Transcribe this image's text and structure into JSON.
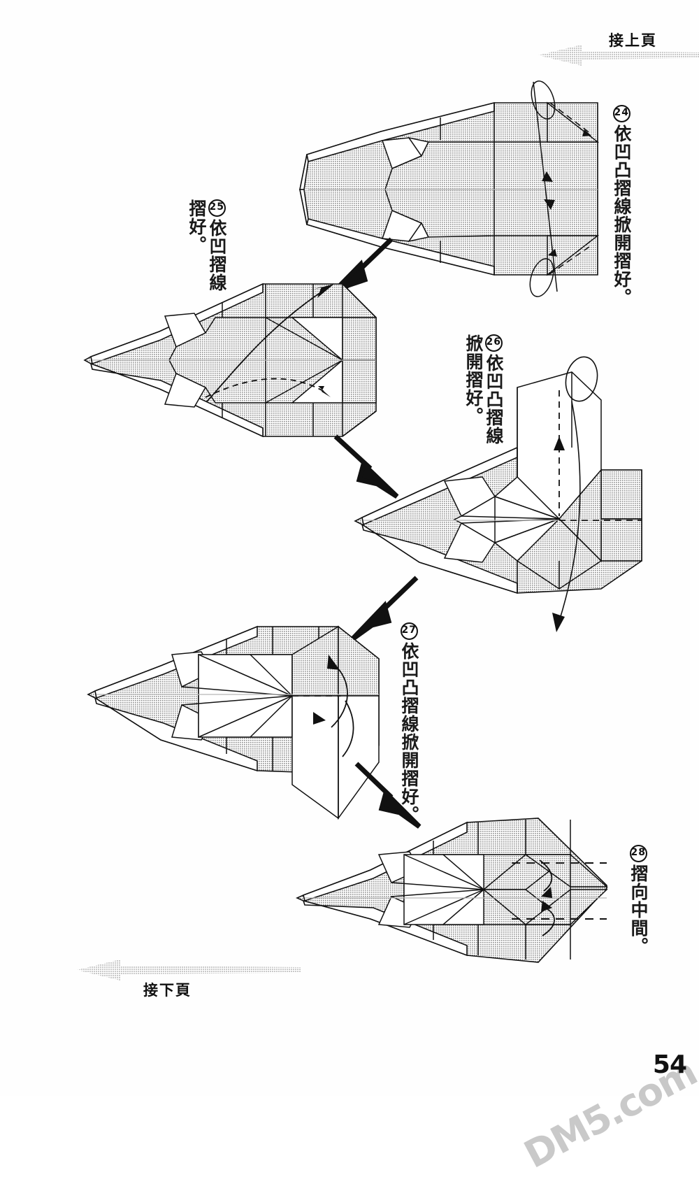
{
  "page": {
    "number": "54",
    "watermark": "DM5.com",
    "background_color": "#fefefe",
    "ink_color": "#111111",
    "paper_fill_color": "#b9b9b9",
    "paper_white_color": "#ffffff"
  },
  "nav": {
    "top": {
      "label": "接上頁",
      "direction": "left",
      "arrow_color": "#b0b0b0"
    },
    "bottom": {
      "label": "接下頁",
      "direction": "left",
      "arrow_color": "#b0b0b0"
    }
  },
  "steps": [
    {
      "number": "24",
      "marker": "㉔",
      "text_lines": [
        "依凹凸摺線掀開摺好。"
      ],
      "full_text": "依凹凸摺線掀開摺好。",
      "columns": 1,
      "diagram": "pointed-shell-with-loop-unfold-arrows"
    },
    {
      "number": "25",
      "marker": "㉕",
      "text_lines": [
        "依凹摺線",
        "摺好。"
      ],
      "full_text": "依凹摺線摺好。",
      "columns": 2,
      "diagram": "pointed-shell-with-curved-fold-arc"
    },
    {
      "number": "26",
      "marker": "㉖",
      "text_lines": [
        "依凹凸摺線",
        "掀開摺好。"
      ],
      "full_text": "依凹凸摺線掀開摺好。",
      "columns": 2,
      "diagram": "pointed-shell-with-raised-flap-and-wrap-arrow"
    },
    {
      "number": "27",
      "marker": "㉗",
      "text_lines": [
        "依凹凸摺線掀開摺好。"
      ],
      "full_text": "依凹凸摺線掀開摺好。",
      "columns": 1,
      "diagram": "pointed-shell-with-dropped-flap-and-curl-arrows"
    },
    {
      "number": "28",
      "marker": "㉘",
      "text_lines": [
        "摺向中間。"
      ],
      "full_text": "摺向中間。",
      "columns": 1,
      "diagram": "pointed-shell-with-dashed-center-folds"
    }
  ],
  "flow_arrows": [
    {
      "from": "24",
      "to": "25",
      "direction": "down-left"
    },
    {
      "from": "25",
      "to": "26",
      "direction": "down-right"
    },
    {
      "from": "26",
      "to": "27",
      "direction": "down-left"
    },
    {
      "from": "27",
      "to": "28",
      "direction": "down-right"
    }
  ]
}
